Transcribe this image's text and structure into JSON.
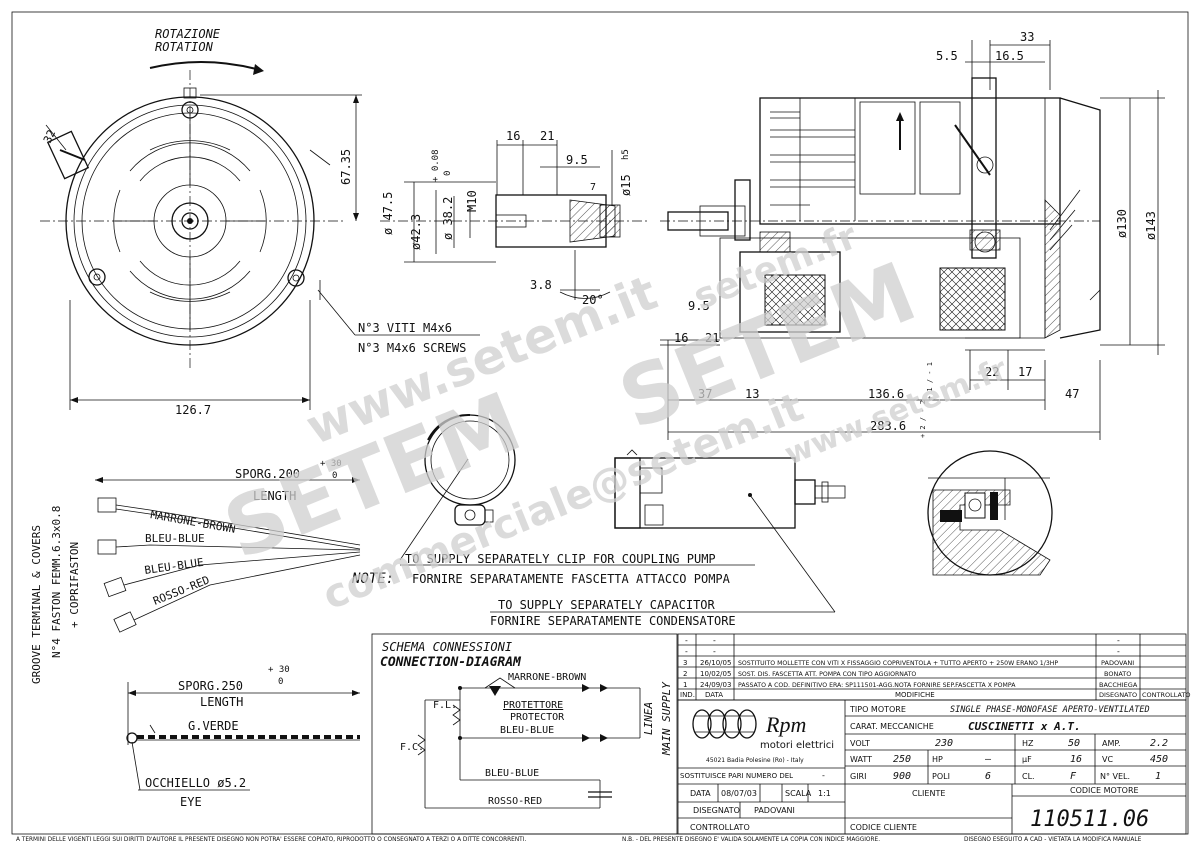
{
  "rotation": {
    "it": "ROTAZIONE",
    "en": "ROTATION"
  },
  "dimensions": {
    "d_32": "32",
    "d_67_35": "67.35",
    "d_126_7": "126.7",
    "d_47_5": "ø 47.5",
    "d_42_3": "ø42.3",
    "tol_42_3_plus": "+ 0.08",
    "tol_42_3_zero": "0",
    "d_38_2": "ø 38.2",
    "m10": "M10",
    "d_16": "16",
    "d_21": "21",
    "d_9_5": "9.5",
    "d_15": "ø15",
    "d_15_tol": "h5",
    "d_3_8": "3.8",
    "d_20deg": "20°",
    "d_7": "7",
    "d_9_5b": "9.5",
    "d_16b": "16",
    "d_21b": "21",
    "d_37": "37",
    "d_13": "13",
    "d_136_6": "136.6",
    "tol_136_6": "+ 1 / - 1",
    "d_283_6": "283.6",
    "tol_283_6": "+ 2 / - 2",
    "d_22": "22",
    "d_17": "17",
    "d_47": "47",
    "d_33": "33",
    "d_5_5": "5.5",
    "d_16_5": "16.5",
    "d_130": "ø130",
    "d_143": "ø143"
  },
  "screws": {
    "it": "N°3 VITI M4x6",
    "en": "N°3 M4x6 SCREWS"
  },
  "leads": {
    "sporg_200": "SPORG.200",
    "sporg_200_tol_plus": "+ 30",
    "sporg_200_tol_zero": "0",
    "length1": "LENGTH",
    "marrone": "MARRONE-BROWN",
    "bleu1": "BLEU-BLUE",
    "bleu2": "BLEU-BLUE",
    "rosso": "ROSSO-RED",
    "sporg_250": "SPORG.250",
    "sporg_250_tol_plus": "+ 30",
    "sporg_250_tol_zero": "0",
    "length2": "LENGTH",
    "verde": "G.VERDE",
    "occhiello": "OCCHIELLO ø5.2",
    "eye": "EYE"
  },
  "side_labels": {
    "groove": "GROOVE TERMINAL & COVERS",
    "faston": "N°4 FASTON FEMM.6.3x0.8",
    "cop": "+ COPRIFASTON"
  },
  "notes": {
    "clip_en": "TO SUPPLY SEPARATELY CLIP FOR COUPLING PUMP",
    "note": "NOTE:",
    "clip_it": "FORNIRE SEPARATAMENTE FASCETTA ATTACCO POMPA",
    "cap_en": "TO SUPPLY SEPARATELY CAPACITOR",
    "cap_it": "FORNIRE SEPARATAMENTE CONDENSATORE"
  },
  "schema": {
    "title_it": "SCHEMA CONNESSIONI",
    "title_en": "CONNECTION-DIAGRAM",
    "marrone": "MARRONE-BROWN",
    "fl": "F.L.",
    "protettore": "PROTETTORE",
    "protector": "PROTECTOR",
    "bleu": "BLEU-BLUE",
    "fc": "F.C.",
    "bleu2": "BLEU-BLUE",
    "rosso": "ROSSO-RED",
    "linea": "LINEA",
    "main_supply": "MAIN SUPPLY"
  },
  "revisions": [
    {
      "n": "3",
      "date": "26/10/05",
      "text": "SOSTITUITO MOLLETTE CON VITI X FISSAGGIO COPRIVENTOLA + TUTTO APERTO + 250W ERANO 1/3HP",
      "drawn": "PADOVANI"
    },
    {
      "n": "2",
      "date": "10/02/05",
      "text": "SOST. DIS. FASCETTA  ATT. POMPA CON TIPO AGGIORNATO",
      "drawn": "BONATO"
    },
    {
      "n": "1",
      "date": "24/09/03",
      "text": "PASSATO A COD. DEFINITIVO ERA: SP111501-AGG.NOTA FORNIRE SEP.FASCETTA X POMPA",
      "drawn": "BACCHIEGA"
    }
  ],
  "rev_header": {
    "ind": "IND.",
    "data": "DATA",
    "modifiche": "MODIFICHE",
    "disegnato": "DISEGNATO",
    "controllato": "CONTROLLATO",
    "dash": "-"
  },
  "company": {
    "name": "Rpm",
    "sub": "motori elettrici",
    "addr": "45021 Badia Polesine (Ro) - Italy"
  },
  "specs": {
    "tipo_label": "TIPO MOTORE",
    "tipo_value": "SINGLE PHASE-MONOFASE APERTO-VENTILATED",
    "carat_label": "CARAT. MECCANICHE",
    "carat_value": "CUSCINETTI x A.T.",
    "volt_label": "VOLT",
    "volt": "230",
    "hz_label": "HZ",
    "hz": "50",
    "amp_label": "AMP.",
    "amp": "2.2",
    "watt_label": "WATT",
    "watt": "250",
    "hp_label": "HP",
    "hp": "—",
    "uf_label": "µF",
    "uf": "16",
    "vc_label": "VC",
    "vc": "450",
    "giri_label": "GIRI",
    "giri": "900",
    "poli_label": "POLI",
    "poli": "6",
    "cl_label": "CL.",
    "cl": "F",
    "nvel_label": "N° VEL.",
    "nvel": "1"
  },
  "title_block": {
    "sostituisce_label": "SOSTITUISCE PARI NUMERO DEL",
    "sostituisce_value": "-",
    "data_label": "DATA",
    "data": "08/07/03",
    "scala_label": "SCALA",
    "scala": "1:1",
    "disegnato_label": "DISEGNATO",
    "disegnato": "PADOVANI",
    "controllato_label": "CONTROLLATO",
    "cliente_label": "CLIENTE",
    "codice_cliente_label": "CODICE CLIENTE",
    "codice_motore_label": "CODICE MOTORE",
    "codice_motore": "110511.06"
  },
  "footer": {
    "left": "A TERMINI DELLE VIGENTI LEGGI SUI DIRITTI D'AUTORE IL PRESENTE DISEGNO NON POTRA' ESSERE COPIATO, RIPRODOTTO O CONSEGNATO A TERZI O A DITTE CONCORRENTI.",
    "mid": "N.B. - DEL PRESENTE DISEGNO E' VALIDA SOLAMENTE LA COPIA CON INDICE MAGGIORE.",
    "right": "DISEGNO ESEGUITO A CAD - VIETATA LA MODIFICA MANUALE"
  },
  "watermarks": {
    "www": "www.setem.it",
    "setem1": "SETEM",
    "setem2": "SETEM",
    "email": "commerciale@setem.it",
    "setemfr": "setem.fr",
    "setemfr2": "www.setem.fr"
  }
}
